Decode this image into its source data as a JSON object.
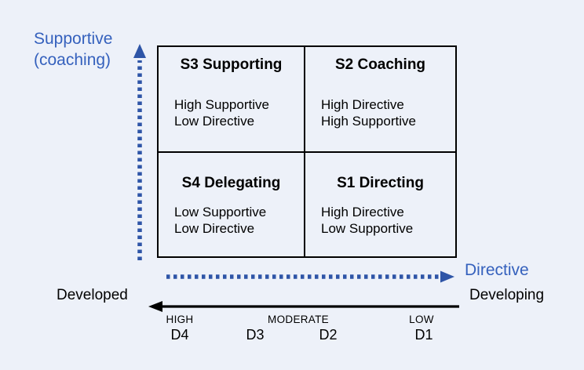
{
  "colors": {
    "background": "#edf1f9",
    "label_blue": "#3561bd",
    "arrow_blue": "#2e55a7",
    "development_arrow_black": "#000000",
    "box_border": "#000000"
  },
  "supportive_axis": {
    "label_line1": "Supportive",
    "label_line2": "(coaching)"
  },
  "directive_axis": {
    "label": "Directive"
  },
  "development_axis": {
    "left_label": "Developed",
    "right_label": "Developing"
  },
  "quadrants": [
    {
      "title": "S3 Supporting",
      "line1": "High Supportive",
      "line2": "Low Directive"
    },
    {
      "title": "S2 Coaching",
      "line1": "High Directive",
      "line2": "High Supportive"
    },
    {
      "title": "S4 Delegating",
      "line1": "Low Supportive",
      "line2": "Low Directive"
    },
    {
      "title": "S1 Directing",
      "line1": "High Directive",
      "line2": "Low Supportive"
    }
  ],
  "development_scale": {
    "levels": [
      "HIGH",
      "MODERATE",
      "LOW"
    ],
    "stages": [
      "D4",
      "D3",
      "D2",
      "D1"
    ]
  },
  "icons": {
    "up_arrow": "supportive-axis dotted up arrow",
    "right_arrow": "directive-axis dotted right arrow",
    "left_arrow": "development-axis solid left arrow"
  }
}
